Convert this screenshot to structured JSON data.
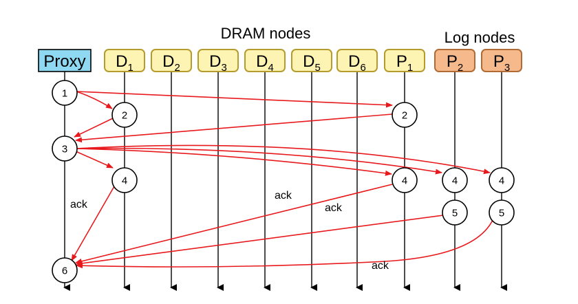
{
  "group_labels": {
    "dram": "DRAM nodes",
    "log": "Log nodes"
  },
  "nodes": [
    {
      "id": "proxy",
      "label": "Proxy",
      "sub": "",
      "kind": "proxy"
    },
    {
      "id": "d1",
      "label": "D",
      "sub": "1",
      "kind": "dram"
    },
    {
      "id": "d2",
      "label": "D",
      "sub": "2",
      "kind": "dram"
    },
    {
      "id": "d3",
      "label": "D",
      "sub": "3",
      "kind": "dram"
    },
    {
      "id": "d4",
      "label": "D",
      "sub": "4",
      "kind": "dram"
    },
    {
      "id": "d5",
      "label": "D",
      "sub": "5",
      "kind": "dram"
    },
    {
      "id": "d6",
      "label": "D",
      "sub": "6",
      "kind": "dram"
    },
    {
      "id": "p1",
      "label": "P",
      "sub": "1",
      "kind": "dram"
    },
    {
      "id": "p2",
      "label": "P",
      "sub": "2",
      "kind": "log"
    },
    {
      "id": "p3",
      "label": "P",
      "sub": "3",
      "kind": "log"
    }
  ],
  "steps": [
    {
      "id": "proxy-1",
      "node": "proxy",
      "label": "1"
    },
    {
      "id": "d1-2",
      "node": "d1",
      "label": "2"
    },
    {
      "id": "p1-2",
      "node": "p1",
      "label": "2"
    },
    {
      "id": "proxy-3",
      "node": "proxy",
      "label": "3"
    },
    {
      "id": "d1-4",
      "node": "d1",
      "label": "4"
    },
    {
      "id": "p1-4",
      "node": "p1",
      "label": "4"
    },
    {
      "id": "p2-4",
      "node": "p2",
      "label": "4"
    },
    {
      "id": "p3-4",
      "node": "p3",
      "label": "4"
    },
    {
      "id": "p2-5",
      "node": "p2",
      "label": "5"
    },
    {
      "id": "p3-5",
      "node": "p3",
      "label": "5"
    },
    {
      "id": "proxy-6",
      "node": "proxy",
      "label": "6"
    }
  ],
  "ack_labels": [
    "ack",
    "ack",
    "ack",
    "ack"
  ],
  "colors": {
    "proxy_fill": "#8fd8f2",
    "dram_fill": "#fdf3b3",
    "dram_stroke": "#b59a2c",
    "log_fill": "#f6b98b",
    "log_stroke": "#b06a34",
    "arrow": "#e8191c",
    "line": "#000000"
  }
}
